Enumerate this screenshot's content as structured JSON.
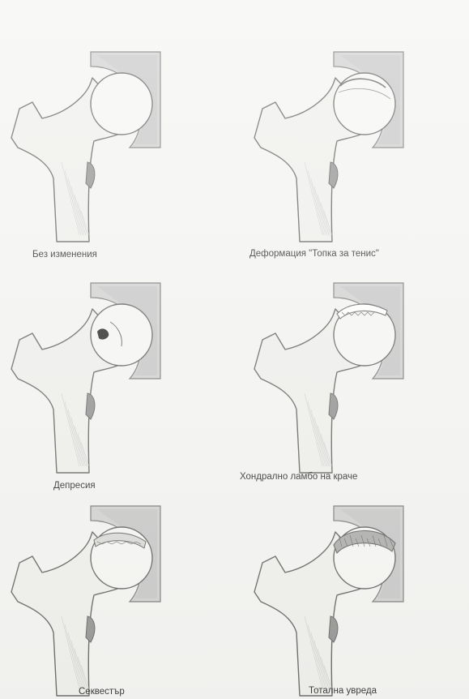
{
  "panels": [
    {
      "id": "normal",
      "caption": "Без изменения",
      "variant": "normal"
    },
    {
      "id": "tennis-ball",
      "caption": "Деформация \"Топка за тенис\"",
      "variant": "deformation"
    },
    {
      "id": "depression",
      "caption": "Депресия",
      "variant": "depression"
    },
    {
      "id": "flap",
      "caption": "Хондрално ламбо на краче",
      "variant": "flap"
    },
    {
      "id": "sequestrum",
      "caption": "Секвестър",
      "variant": "sequestrum"
    },
    {
      "id": "total",
      "caption": "Тотална увреда",
      "variant": "total"
    }
  ],
  "colors": {
    "paper": "#f4f4f2",
    "pencil": "#5a5a5a",
    "shade": "#bdbdbd",
    "dark_lesion": "#1a1a1a",
    "caption_text": "#1e1e1e"
  }
}
